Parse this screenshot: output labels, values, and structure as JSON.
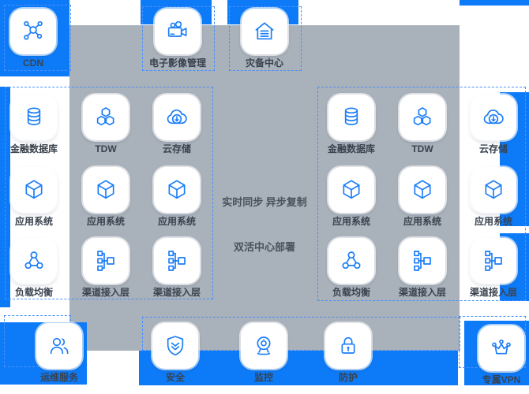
{
  "colors": {
    "accent_blue": "#0d7bf8",
    "icon_blue": "#1a7df8",
    "panel_gray": "#a9b1ba",
    "dashed_border": "#4a90fc",
    "label_dark": "#39424e",
    "annotation_gray": "#4a525c"
  },
  "top_services": [
    {
      "label": "CDN",
      "icon": "cdn"
    },
    {
      "label": "电子影像管理",
      "icon": "video-camera"
    },
    {
      "label": "灾备中心",
      "icon": "warehouse"
    }
  ],
  "datacenter_left": {
    "items": [
      {
        "label": "金融数据库",
        "icon": "database"
      },
      {
        "label": "TDW",
        "icon": "hexagons"
      },
      {
        "label": "云存储",
        "icon": "cloud-download"
      },
      {
        "label": "应用系统",
        "icon": "cube"
      },
      {
        "label": "应用系统",
        "icon": "cube"
      },
      {
        "label": "应用系统",
        "icon": "cube"
      },
      {
        "label": "负载均衡",
        "icon": "load-balancer"
      },
      {
        "label": "渠道接入层",
        "icon": "flow-tree"
      },
      {
        "label": "渠道接入层",
        "icon": "flow-tree"
      }
    ]
  },
  "datacenter_right": {
    "items": [
      {
        "label": "金融数据库",
        "icon": "database"
      },
      {
        "label": "TDW",
        "icon": "hexagons"
      },
      {
        "label": "云存储",
        "icon": "cloud-download"
      },
      {
        "label": "应用系统",
        "icon": "cube"
      },
      {
        "label": "应用系统",
        "icon": "cube"
      },
      {
        "label": "应用系统",
        "icon": "cube"
      },
      {
        "label": "负载均衡",
        "icon": "load-balancer"
      },
      {
        "label": "渠道接入层",
        "icon": "flow-tree"
      },
      {
        "label": "渠道接入层",
        "icon": "flow-tree"
      }
    ]
  },
  "center_annotations": {
    "sync_label": "实时同步 异步复制",
    "deploy_label": "双活中心部署"
  },
  "bottom_services": [
    {
      "label": "运维服务",
      "icon": "users"
    },
    {
      "label": "安全",
      "icon": "shield"
    },
    {
      "label": "监控",
      "icon": "webcam"
    },
    {
      "label": "防护",
      "icon": "lock"
    },
    {
      "label": "专属VPN",
      "icon": "crown"
    }
  ]
}
